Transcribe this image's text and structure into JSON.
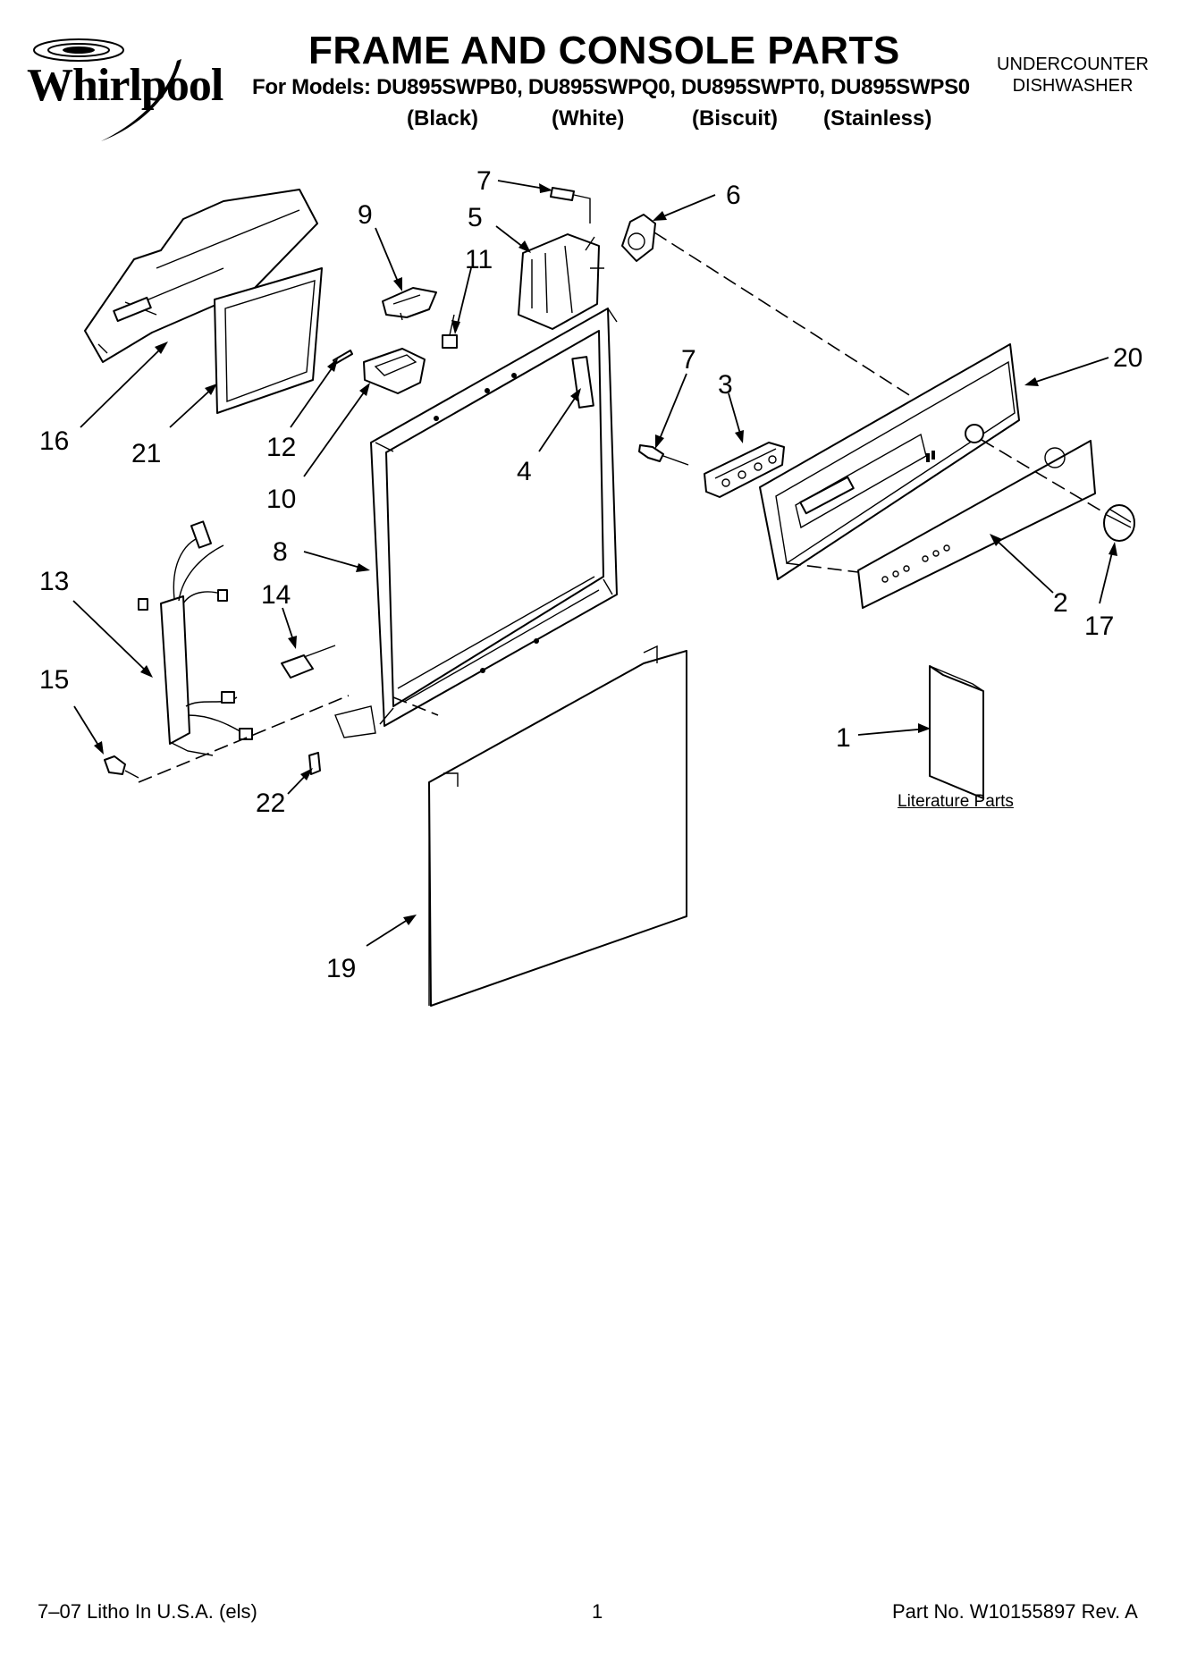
{
  "header": {
    "brand": "Whirlpool",
    "title": "FRAME AND CONSOLE PARTS",
    "models_line": "For Models: DU895SWPB0, DU895SWPQ0, DU895SWPT0, DU895SWPS0",
    "colors": [
      "(Black)",
      "(White)",
      "(Biscuit)",
      "(Stainless)"
    ],
    "product_line1": "UNDERCOUNTER",
    "product_line2": "DISHWASHER"
  },
  "diagram": {
    "callouts": [
      "7",
      "6",
      "9",
      "5",
      "11",
      "16",
      "21",
      "12",
      "10",
      "4",
      "7",
      "3",
      "20",
      "8",
      "13",
      "14",
      "15",
      "22",
      "2",
      "17",
      "1",
      "19"
    ],
    "literature_label": "Literature Parts"
  },
  "footer": {
    "litho": "7–07 Litho In U.S.A. (els)",
    "page": "1",
    "part_no": "Part No. W10155897 Rev. A"
  }
}
